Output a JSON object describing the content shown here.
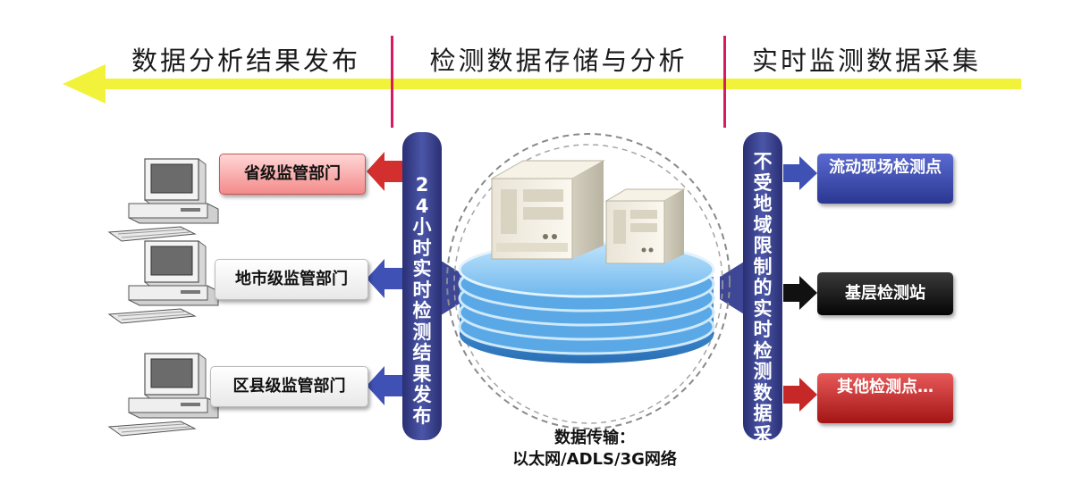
{
  "header": {
    "phases": [
      {
        "label": "数据分析结果发布"
      },
      {
        "label": "检测数据存储与分析"
      },
      {
        "label": "实时监测数据采集"
      }
    ]
  },
  "left_panel": {
    "text": "24小时实时检测结果发布"
  },
  "right_panel": {
    "text": "不受地域限制的实时检测数据采集"
  },
  "departments": [
    {
      "label": "省级监管部门",
      "arrow_color": "#d32f2f"
    },
    {
      "label": "地市级监管部门",
      "arrow_color": "#3f51b5"
    },
    {
      "label": "区县级监管部门",
      "arrow_color": "#3f51b5"
    }
  ],
  "sources": [
    {
      "label": "流动现场检测点",
      "color": "#2e3f9e"
    },
    {
      "label": "基层检测站",
      "color": "#111111"
    },
    {
      "label": "其他检测点…",
      "color": "#c62828"
    }
  ],
  "transmission": {
    "line1": "数据传输：",
    "line2": "以太网/ADLS/3G网络"
  },
  "colors": {
    "timeline": "#f2f23a",
    "divider": "#d81b60",
    "panel": "#343b8a",
    "disk": "#5aa9e6"
  }
}
